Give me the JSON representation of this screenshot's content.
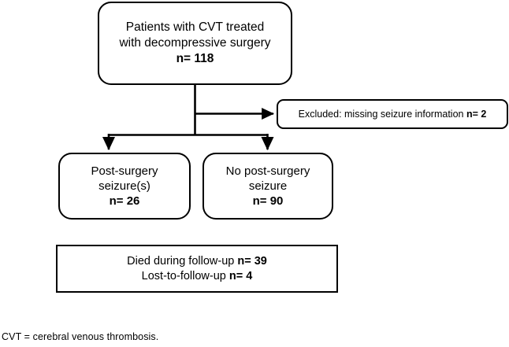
{
  "figure": {
    "type": "flowchart",
    "title": "",
    "background_color": "#ffffff",
    "stroke_color": "#000000"
  },
  "nodes": {
    "root": {
      "shape": "rounded-rect",
      "lines": [
        {
          "text": "Patients with CVT treated",
          "bold": false
        },
        {
          "text": "with decompressive surgery",
          "bold": false
        },
        {
          "text": "n= 118",
          "bold": true
        }
      ],
      "label": "Patients with CVT treated with decompressive surgery n= 118",
      "count": 118
    },
    "excluded": {
      "shape": "rounded-rect",
      "prefix": "Excluded: missing seizure information ",
      "count_text": "n= 2",
      "label": "Excluded: missing seizure information n= 2",
      "count": 2
    },
    "seizure": {
      "shape": "rounded-rect",
      "lines": [
        {
          "text": "Post-surgery",
          "bold": false
        },
        {
          "text": "seizure(s)",
          "bold": false
        },
        {
          "text": "n= 26",
          "bold": true
        }
      ],
      "label": "Post-surgery seizure(s) n= 26",
      "count": 26
    },
    "noseizure": {
      "shape": "rounded-rect",
      "lines": [
        {
          "text": "No post-surgery",
          "bold": false
        },
        {
          "text": "seizure",
          "bold": false
        },
        {
          "text": "n= 90",
          "bold": true
        }
      ],
      "label": "No post-surgery seizure n= 90",
      "count": 90
    },
    "outcomes": {
      "shape": "rect",
      "rows": [
        {
          "prefix": "Died during follow-up ",
          "count_text": "n= 39",
          "count": 39
        },
        {
          "prefix": "Lost-to-follow-up ",
          "count_text": "n= 4",
          "count": 4
        }
      ],
      "label": "Died during follow-up n= 39 Lost-to-follow-up n= 4"
    }
  },
  "connectors": [
    {
      "name": "root-to-split",
      "from": "root",
      "to": "split-point",
      "arrow": false
    },
    {
      "name": "split-to-excluded",
      "from": "split-point",
      "to": "excluded",
      "arrow": true
    },
    {
      "name": "split-to-seizure",
      "from": "split-point",
      "to": "seizure",
      "arrow": true
    },
    {
      "name": "split-to-noseizure",
      "from": "split-point",
      "to": "noseizure",
      "arrow": true
    }
  ],
  "footnote": {
    "text": "CVT = cerebral venous thrombosis."
  }
}
